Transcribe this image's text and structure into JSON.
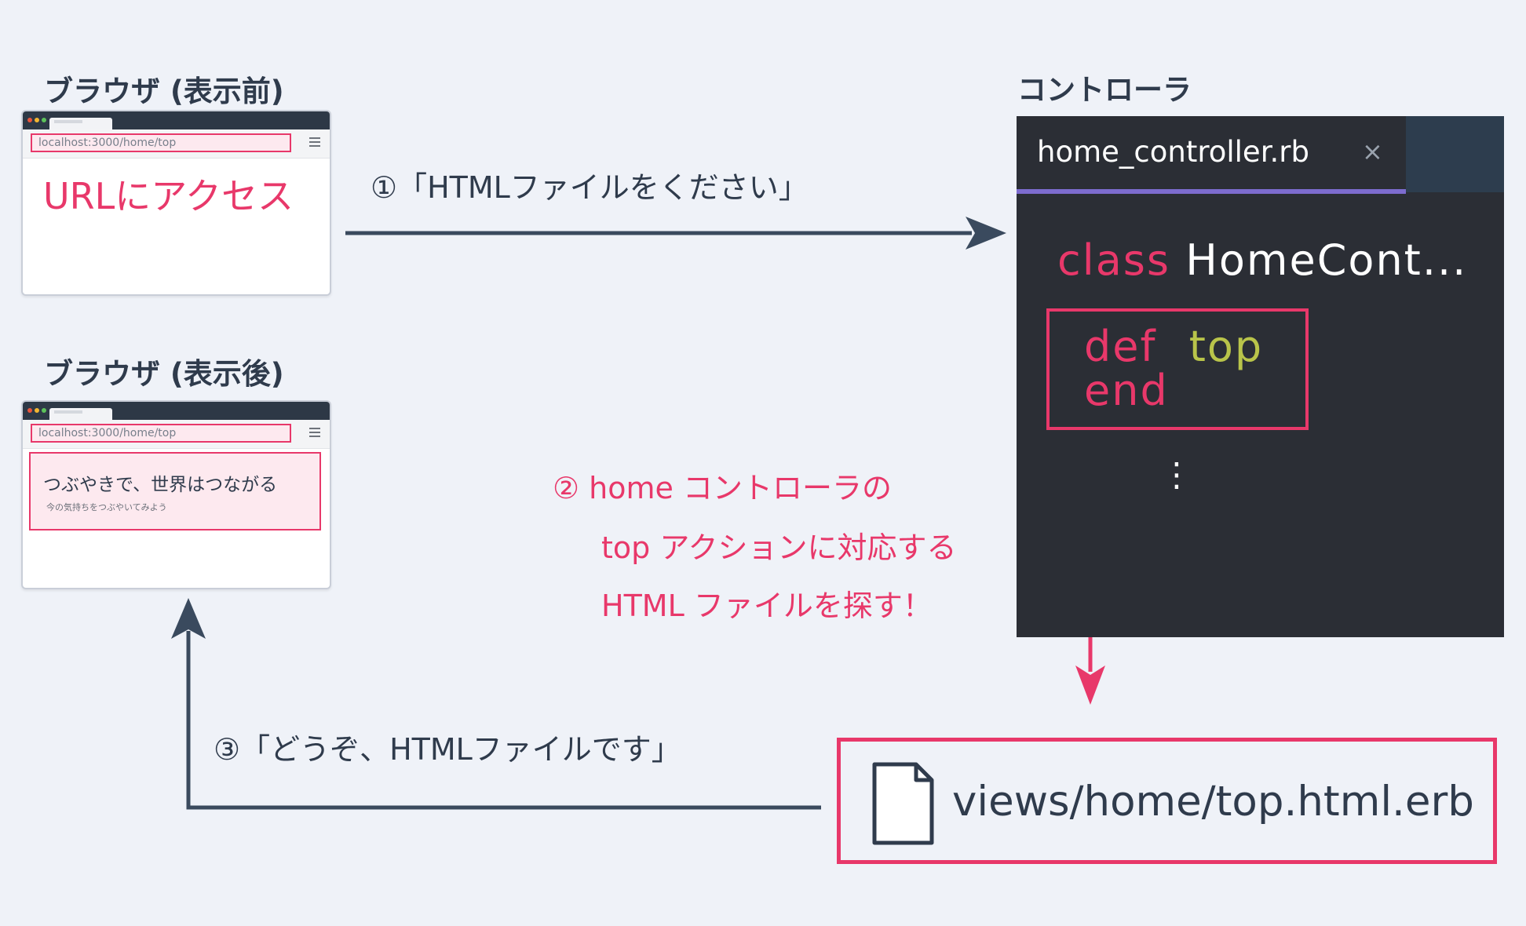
{
  "browser_before": {
    "title": "ブラウザ (表示前)",
    "url": "localhost:3000/home/top",
    "body_text": "URLにアクセス"
  },
  "browser_after": {
    "title": "ブラウザ (表示後)",
    "url": "localhost:3000/home/top",
    "headline": "つぶやきで、世界はつながる",
    "subtext": "今の気持ちをつぶやいてみよう"
  },
  "controller": {
    "title": "コントローラ",
    "tab_name": "home_controller.rb",
    "tab_close": "×",
    "code_class_kw": "class",
    "code_class_name": "HomeCont...",
    "code_def_kw": "def",
    "code_method": "top",
    "code_end": "end",
    "code_ellipsis": "⋮"
  },
  "steps": {
    "step1": "①「HTMLファイルをください」",
    "step2_line1": "② home コントローラの",
    "step2_line2": "top アクションに対応する",
    "step2_line3": "HTML ファイルを探す！",
    "step3": "③「どうぞ、HTMLファイルです」"
  },
  "file": {
    "path": "views/home/top.html.erb"
  },
  "colors": {
    "background": "#eff2f8",
    "accent_pink": "#e8386a",
    "arrow_dark": "#3a4a5e",
    "editor_bg": "#2b2e35",
    "tab_underline": "#7d6ccf"
  }
}
